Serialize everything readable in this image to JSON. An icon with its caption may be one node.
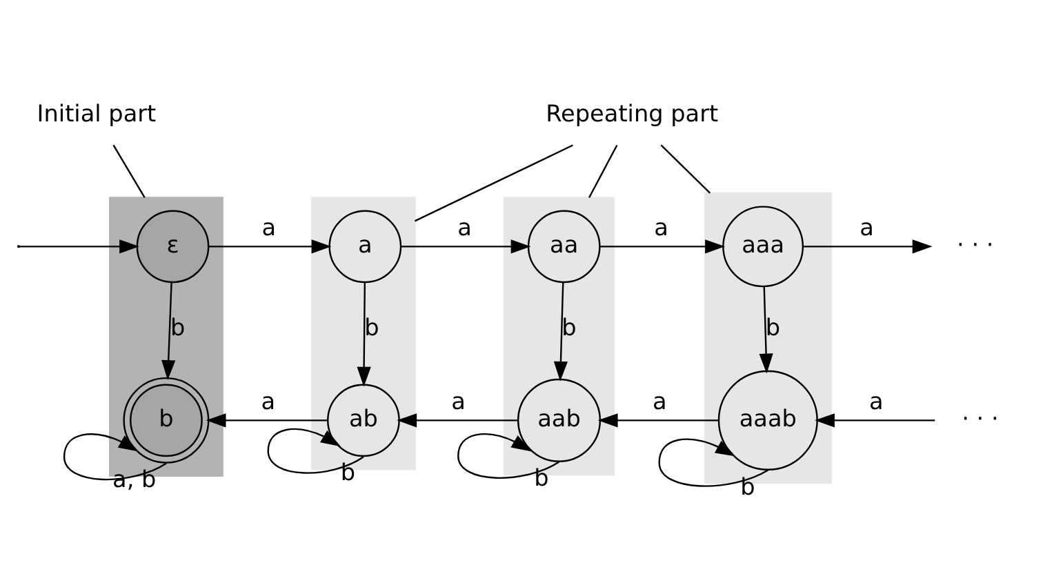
{
  "diagram": {
    "nodes": [
      {
        "text": [
          "Initial part"
        ]
      },
      {
        "text": [
          "Repeating part"
        ]
      },
      {
        "text": [],
        "shape": "box"
      },
      {
        "text": [
          "ε"
        ],
        "in": 2
      },
      {
        "text": [
          "b"
        ],
        "in": 2
      },
      {
        "text": [],
        "shape": "box"
      },
      {
        "text": [
          "a"
        ],
        "in": 5
      },
      {
        "text": [
          "ab"
        ],
        "in": 5
      },
      {
        "text": [],
        "shape": "box"
      },
      {
        "text": [
          "aa"
        ],
        "in": 8
      },
      {
        "text": [
          "aab"
        ],
        "in": 8
      },
      {
        "text": [],
        "shape": "box"
      },
      {
        "text": [
          "aaa"
        ],
        "in": 11
      },
      {
        "text": [
          "aaab"
        ],
        "in": 11
      },
      {
        "text": [
          "· · ·"
        ]
      },
      {
        "text": [
          "· · ·"
        ]
      }
    ],
    "edges": [
      {
        "from": 0,
        "to": 2,
        "arrow": "none"
      },
      {
        "from": 1,
        "to": 5,
        "arrow": "none"
      },
      {
        "from": 1,
        "to": 8,
        "arrow": "none"
      },
      {
        "from": 1,
        "to": 11,
        "arrow": "none"
      },
      {
        "from": null,
        "to": 3,
        "arrow": "to"
      },
      {
        "from": 3,
        "to": 6,
        "arrow": "to",
        "label": "a"
      },
      {
        "from": 6,
        "to": 9,
        "arrow": "to",
        "label": "a"
      },
      {
        "from": 9,
        "to": 12,
        "arrow": "to",
        "label": "a"
      },
      {
        "from": 12,
        "to": 14,
        "arrow": "to",
        "label": "a"
      },
      {
        "from": 3,
        "to": 4,
        "arrow": "to",
        "label": "b"
      },
      {
        "from": 6,
        "to": 7,
        "arrow": "to",
        "label": "b"
      },
      {
        "from": 9,
        "to": 10,
        "arrow": "to",
        "label": "b"
      },
      {
        "from": 12,
        "to": 13,
        "arrow": "to",
        "label": "b"
      },
      {
        "from": 7,
        "to": 4,
        "arrow": "to",
        "label": "a"
      },
      {
        "from": 10,
        "to": 7,
        "arrow": "to",
        "label": "a"
      },
      {
        "from": 13,
        "to": 10,
        "arrow": "to",
        "label": "a"
      },
      {
        "from": 15,
        "to": 13,
        "arrow": "to",
        "label": "a"
      },
      {
        "from": 4,
        "to": 4,
        "arrow": "to",
        "label": "a, b"
      },
      {
        "from": 7,
        "to": 7,
        "arrow": "to",
        "label": "b"
      },
      {
        "from": 10,
        "to": 10,
        "arrow": "to",
        "label": "b"
      },
      {
        "from": 13,
        "to": 13,
        "arrow": "to",
        "label": "b"
      }
    ]
  }
}
